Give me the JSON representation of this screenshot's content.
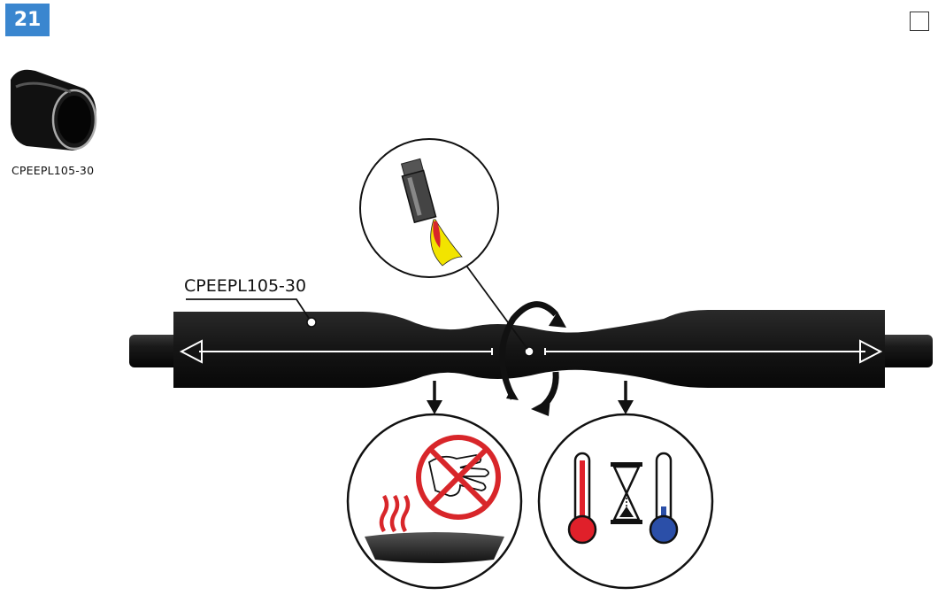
{
  "step": {
    "number": "21"
  },
  "checkbox": {
    "checked": false
  },
  "part": {
    "code": "CPEEPL105-30"
  },
  "callout": {
    "label": "CPEEPL105-30"
  },
  "colors": {
    "badge": "#3a86cf",
    "tube": "#111111",
    "flame_outer": "#f2e400",
    "flame_inner": "#d8262a",
    "heat_waves": "#d8262a",
    "prohibit": "#d8262a",
    "thermo_hot": "#e0202a",
    "thermo_cold": "#2b4fa8"
  },
  "icons": [
    "torch-icon",
    "no-touch-icon",
    "heat-waves-icon",
    "hot-thermometer-icon",
    "hourglass-icon",
    "cold-thermometer-icon"
  ]
}
